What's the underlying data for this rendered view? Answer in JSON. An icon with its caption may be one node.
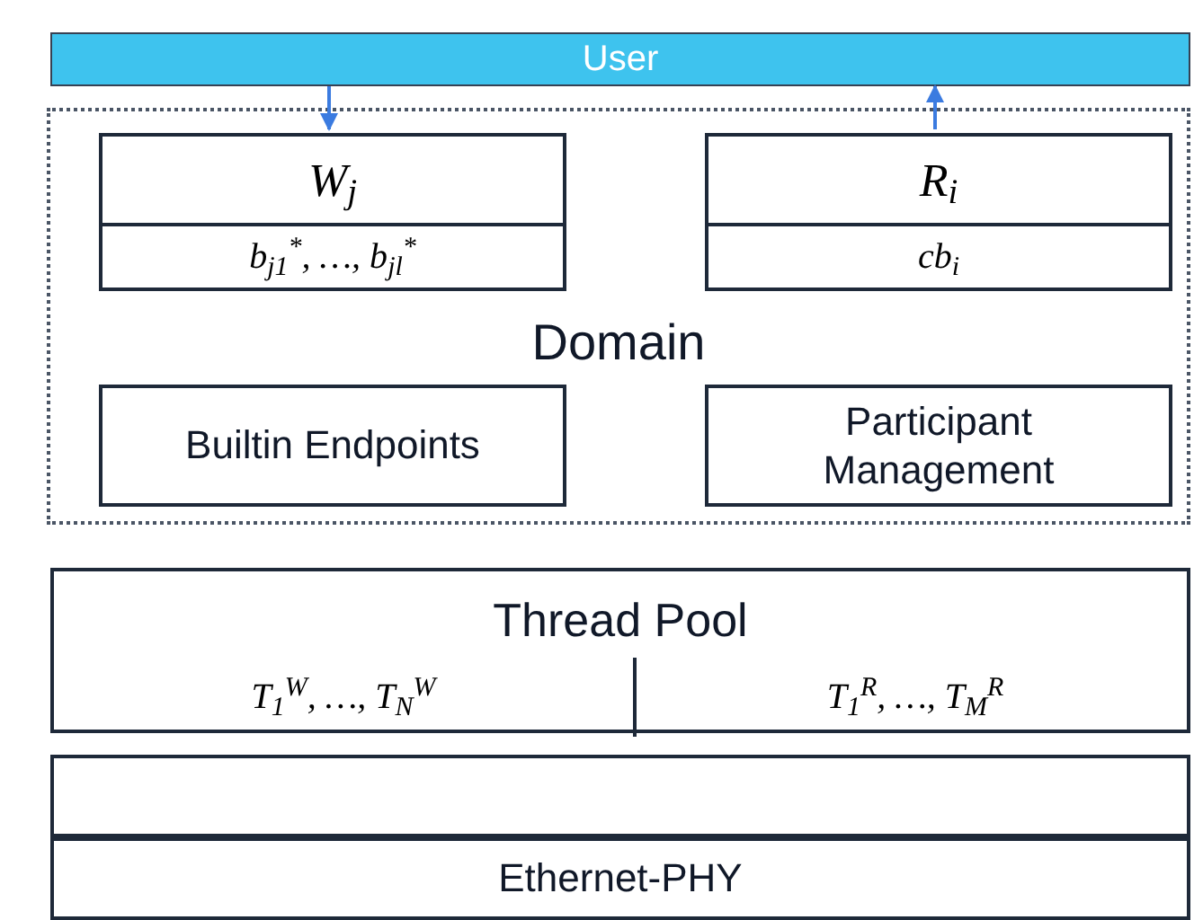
{
  "diagram": {
    "nodes": [
      {
        "text": [
          "User"
        ]
      },
      {
        "text": [
          "Domain"
        ]
      },
      {
        "text": [
          "W$_{j}$",
          "b$_{j1}$$^{*}$, …, b$_{jl}$$^{*}$"
        ],
        "in": 1
      },
      {
        "text": [
          "R$_{i}$",
          "cb$_{i}$"
        ],
        "in": 1
      },
      {
        "text": [
          "Builtin Endpoints"
        ],
        "in": 1
      },
      {
        "text": [
          "Participant Management"
        ],
        "in": 1
      },
      {
        "text": [
          "Thread Pool"
        ]
      },
      {
        "text": [
          "T$_{1}$$^{W}$, …, T$_{N}$$^{W}$"
        ],
        "in": 6
      },
      {
        "text": [
          "T$_{1}$$^{R}$, …, T$_{M}$$^{R}$"
        ],
        "in": 6
      },
      {
        "text": [],
        "shape": "box"
      },
      {
        "text": [
          "Ethernet-PHY"
        ]
      }
    ],
    "edges": [
      {
        "from": 0,
        "to": 2,
        "arrow": "to",
        "color": "#3b7be0"
      },
      {
        "from": 3,
        "to": 0,
        "arrow": "to",
        "color": "#3b7be0"
      }
    ]
  }
}
